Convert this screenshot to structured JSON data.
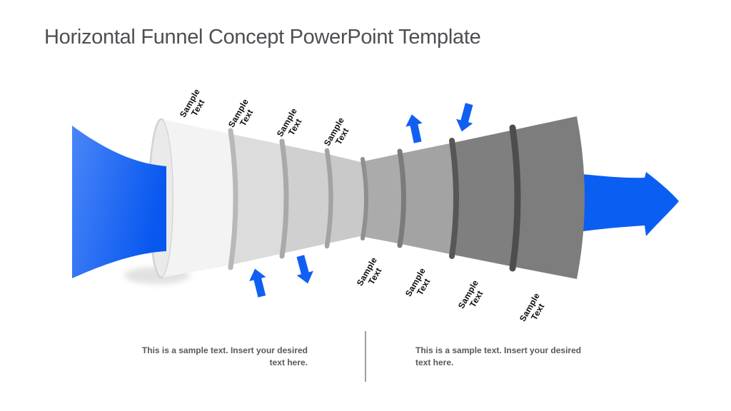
{
  "slide": {
    "title": "Horizontal Funnel Concept PowerPoint Template"
  },
  "funnel": {
    "segments": [
      {
        "id": 1,
        "label": {
          "line1": "Sample",
          "line2": "Text"
        },
        "label_position": "top",
        "color": "#f3f3f3",
        "rim_color": "#d9d9d9"
      },
      {
        "id": 2,
        "label": {
          "line1": "Sample",
          "line2": "Text"
        },
        "label_position": "top",
        "color": "#dcdcdc",
        "rim_color": "#b8b8b8"
      },
      {
        "id": 3,
        "label": {
          "line1": "Sample",
          "line2": "Text"
        },
        "label_position": "top",
        "color": "#d0d0d0",
        "rim_color": "#a9a9a9"
      },
      {
        "id": 4,
        "label": {
          "line1": "Sample",
          "line2": "Text"
        },
        "label_position": "top",
        "color": "#c9c9c9",
        "rim_color": "#a3a3a3"
      },
      {
        "id": 5,
        "label": {
          "line1": "Sample",
          "line2": "Text"
        },
        "label_position": "bottom",
        "color": "#ababab",
        "rim_color": "#8f8f8f"
      },
      {
        "id": 6,
        "label": {
          "line1": "Sample",
          "line2": "Text"
        },
        "label_position": "bottom",
        "color": "#a3a3a3",
        "rim_color": "#7b7b7b"
      },
      {
        "id": 7,
        "label": {
          "line1": "Sample",
          "line2": "Text"
        },
        "label_position": "bottom",
        "color": "#7f7f7f",
        "rim_color": "#575757"
      },
      {
        "id": 8,
        "label": {
          "line1": "Sample",
          "line2": "Text"
        },
        "label_position": "bottom",
        "color": "#7d7d7d",
        "rim_color": "#4d4d4d"
      }
    ],
    "mouth": {
      "fill": "#eaeaea",
      "stroke": "#d2d2d2"
    },
    "shadow_color": "#c9c9c9",
    "input_arrow_gradient": {
      "start": "#4a86f8",
      "end": "#0857ef"
    },
    "output_arrow_color": "#0b5ef2",
    "accent_arrow_color": "#115ff2"
  },
  "captions": {
    "left": {
      "line1": "This is a sample text. Insert your desired",
      "line2": "text here."
    },
    "right": {
      "line1": "This is a sample text. Insert your desired",
      "line2": "text here."
    }
  }
}
